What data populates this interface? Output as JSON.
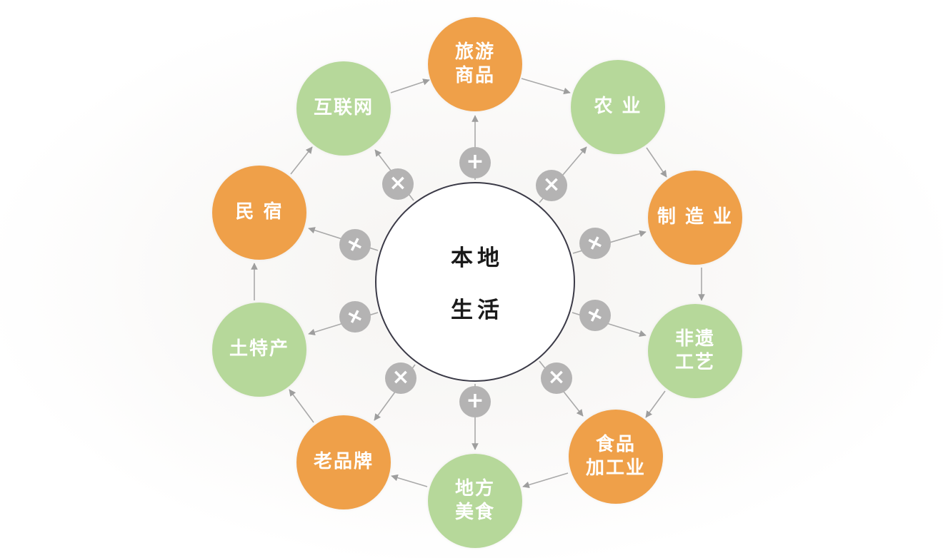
{
  "center": {
    "label": "本地生活",
    "line1": "本地",
    "line2": "生活"
  },
  "nodes": [
    {
      "label": "旅游商品",
      "line1": "旅游",
      "line2": "商品",
      "color": "orange"
    },
    {
      "label": "农业",
      "line1": "农 业",
      "color": "green"
    },
    {
      "label": "制造业",
      "line1": "制 造 业",
      "color": "orange"
    },
    {
      "label": "非遗工艺",
      "line1": "非遗",
      "line2": "工艺",
      "color": "green"
    },
    {
      "label": "食品加工业",
      "line1": "食品",
      "line2": "加工业",
      "color": "orange"
    },
    {
      "label": "地方美食",
      "line1": "地方",
      "line2": "美食",
      "color": "green"
    },
    {
      "label": "老品牌",
      "line1": "老品牌",
      "color": "orange"
    },
    {
      "label": "土特产",
      "line1": "土特产",
      "color": "green"
    },
    {
      "label": "民宿",
      "line1": "民 宿",
      "color": "orange"
    },
    {
      "label": "互联网",
      "line1": "互联网",
      "color": "green"
    }
  ],
  "badges": [
    {
      "symbol": "+"
    },
    {
      "symbol": "×"
    },
    {
      "symbol": "+"
    },
    {
      "symbol": "+"
    },
    {
      "symbol": "×"
    },
    {
      "symbol": "+"
    },
    {
      "symbol": "×"
    },
    {
      "symbol": "+"
    },
    {
      "symbol": "+"
    },
    {
      "symbol": "×"
    }
  ],
  "colors": {
    "orange": "#efa049",
    "green": "#b6d89a",
    "badge": "#b4b3b3",
    "line": "#a9a9a9",
    "center_border": "#3b3a47",
    "node_text": "#ffffff",
    "center_text": "#1a1a1a"
  }
}
